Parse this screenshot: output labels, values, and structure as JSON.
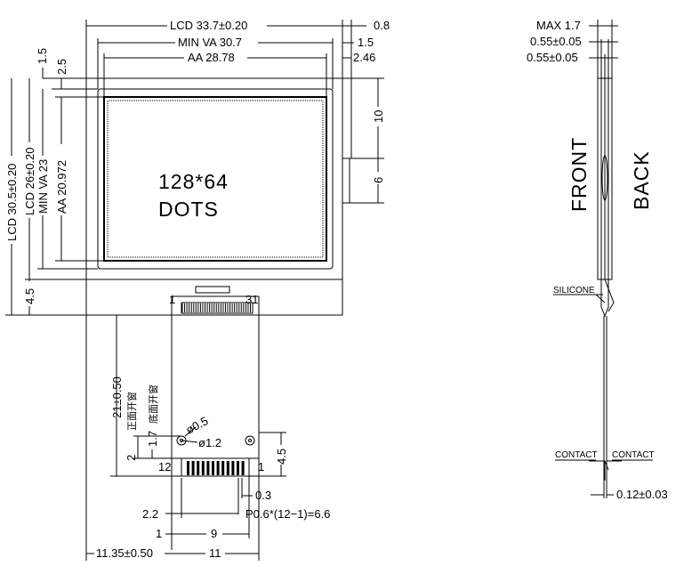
{
  "dims": {
    "lcd_width": "LCD 33.7±0.20",
    "min_va_width": "MIN VA 30.7",
    "aa_width": "AA 28.78",
    "r_08": "0.8",
    "r_15": "1.5",
    "r_246": "2.46",
    "r_10": "10",
    "r_6": "6",
    "l_15": "1.5",
    "l_25": "2.5",
    "lcd_height": "LCD 30.5±0.20",
    "lcd_26": "LCD 26±0.20",
    "min_va_h": "MIN VA 23",
    "aa_h": "AA 20.972",
    "l_45": "4.5",
    "fpc_len": "21±0.50",
    "d_17": "1.7",
    "d_2": "2",
    "d_45b": "4.5",
    "hole_05": "ø0.5",
    "hole_12": "ø1.2",
    "d_03": "0.3",
    "d_22": "2.2",
    "pitch": "P0.6*(12−1)=6.6",
    "d_1": "1",
    "d_9": "9",
    "d_1135": "11.35±0.50",
    "d_11": "11"
  },
  "screen": {
    "label_line1": "128*64",
    "label_line2": "DOTS"
  },
  "pins": {
    "top_left": "1",
    "top_right": "31",
    "bottom_left": "12",
    "bottom_right": "1"
  },
  "notes": {
    "front_window": "正面开窗",
    "back_window": "底面开窗"
  },
  "side": {
    "max": "MAX  1.7",
    "t1": "0.55±0.05",
    "t2": "0.55±0.05",
    "front": "FRONT",
    "back": "BACK",
    "silicone": "SILICONE",
    "contact_l": "CONTACT",
    "contact_r": "CONTACT",
    "thick": "0.12±0.03"
  }
}
